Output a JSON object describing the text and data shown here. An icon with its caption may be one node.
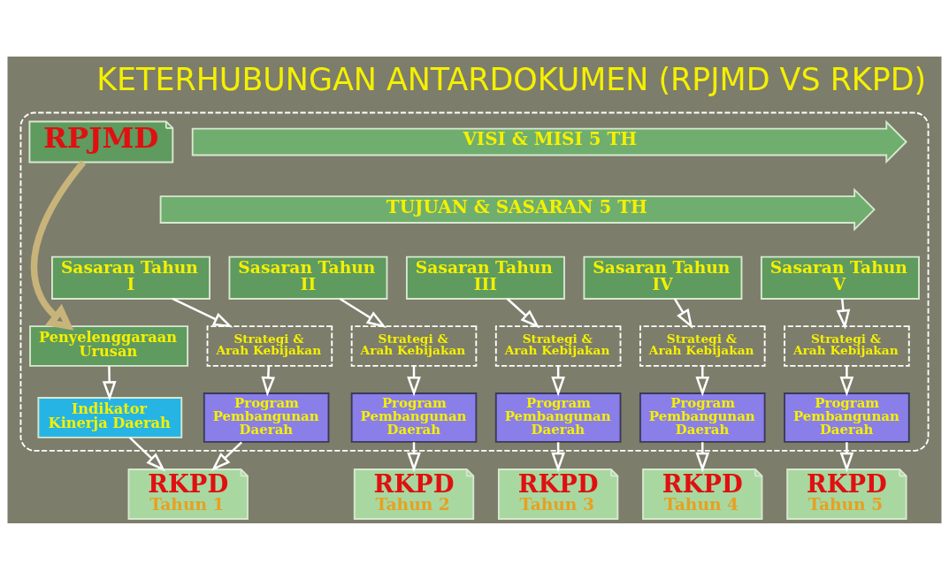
{
  "diagram": {
    "title": "KETERHUBUNGAN ANTARDOKUMEN (RPJMD VS RKPD)",
    "nodes": [
      {
        "text": [],
        "shape": "box"
      },
      {
        "text": [
          "RPJMD"
        ],
        "in": 0
      },
      {
        "text": [
          "VISI & MISI 5 TH"
        ],
        "in": 0
      },
      {
        "text": [
          "TUJUAN & SASARAN 5 TH"
        ],
        "in": 0
      },
      {
        "text": [
          "Sasaran Tahun I"
        ],
        "in": 0
      },
      {
        "text": [
          "Sasaran Tahun II"
        ],
        "in": 0
      },
      {
        "text": [
          "Sasaran Tahun III"
        ],
        "in": 0
      },
      {
        "text": [
          "Sasaran Tahun IV"
        ],
        "in": 0
      },
      {
        "text": [
          "Sasaran Tahun V"
        ],
        "in": 0
      },
      {
        "text": [
          "Penyelenggaraan Urusan"
        ],
        "in": 0
      },
      {
        "text": [
          "Indikator Kinerja Daerah"
        ],
        "in": 0
      },
      {
        "text": [
          "Strategi & Arah Kebijakan"
        ],
        "in": 0
      },
      {
        "text": [
          "Strategi & Arah Kebijakan"
        ],
        "in": 0
      },
      {
        "text": [
          "Strategi & Arah Kebijakan"
        ],
        "in": 0
      },
      {
        "text": [
          "Strategi & Arah Kebijakan"
        ],
        "in": 0
      },
      {
        "text": [
          "Strategi & Arah Kebijakan"
        ],
        "in": 0
      },
      {
        "text": [
          "Program Pembangunan Daerah"
        ],
        "in": 0
      },
      {
        "text": [
          "Program Pembangunan Daerah"
        ],
        "in": 0
      },
      {
        "text": [
          "Program Pembangunan Daerah"
        ],
        "in": 0
      },
      {
        "text": [
          "Program Pembangunan Daerah"
        ],
        "in": 0
      },
      {
        "text": [
          "Program Pembangunan Daerah"
        ],
        "in": 0
      },
      {
        "text": [
          "RKPD",
          "Tahun 1"
        ]
      },
      {
        "text": [
          "RKPD",
          "Tahun 2"
        ]
      },
      {
        "text": [
          "RKPD",
          "Tahun 3"
        ]
      },
      {
        "text": [
          "RKPD",
          "Tahun 4"
        ]
      },
      {
        "text": [
          "RKPD",
          "Tahun 5"
        ]
      }
    ],
    "edges": [
      {
        "from": 1,
        "to": 9,
        "arrow": "to",
        "style": "thick",
        "color": "#c8b47a"
      },
      {
        "from": 9,
        "to": 10,
        "arrow": "to"
      },
      {
        "from": 4,
        "to": 11,
        "arrow": "to"
      },
      {
        "from": 5,
        "to": 12,
        "arrow": "to"
      },
      {
        "from": 6,
        "to": 13,
        "arrow": "to"
      },
      {
        "from": 7,
        "to": 14,
        "arrow": "to"
      },
      {
        "from": 8,
        "to": 15,
        "arrow": "to"
      },
      {
        "from": 11,
        "to": 16,
        "arrow": "to"
      },
      {
        "from": 12,
        "to": 17,
        "arrow": "to"
      },
      {
        "from": 13,
        "to": 18,
        "arrow": "to"
      },
      {
        "from": 14,
        "to": 19,
        "arrow": "to"
      },
      {
        "from": 15,
        "to": 20,
        "arrow": "to"
      },
      {
        "from": 16,
        "to": 21,
        "arrow": "to"
      },
      {
        "from": 17,
        "to": 22,
        "arrow": "to"
      },
      {
        "from": 18,
        "to": 23,
        "arrow": "to"
      },
      {
        "from": 19,
        "to": 24,
        "arrow": "to"
      },
      {
        "from": 20,
        "to": 25,
        "arrow": "to"
      },
      {
        "from": 10,
        "to": 21,
        "arrow": "to"
      }
    ]
  }
}
